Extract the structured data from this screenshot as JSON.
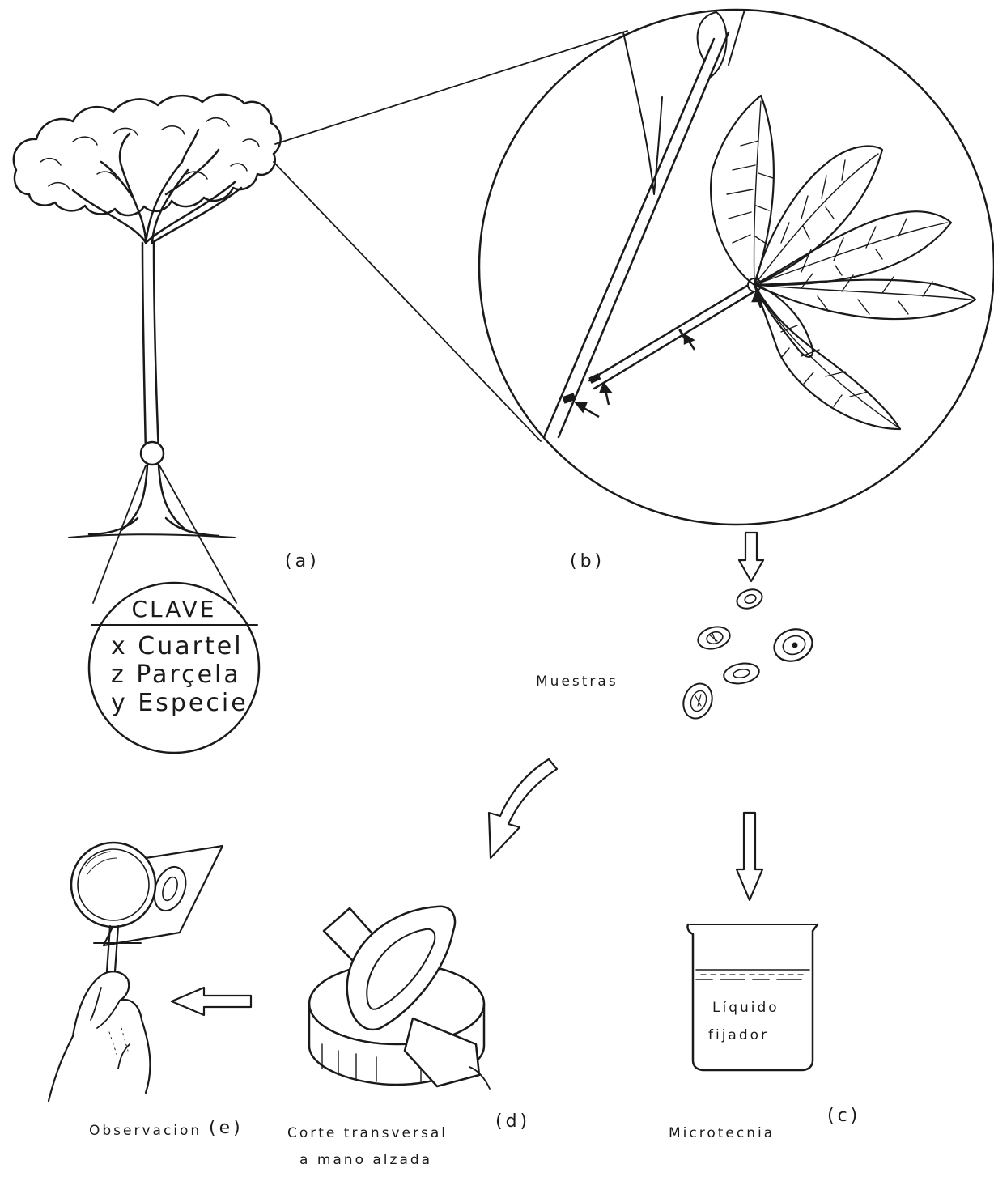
{
  "diagram": {
    "key_tag": {
      "title": "CLAVE",
      "lines": [
        "x Cuartel",
        "z Parçela",
        "y Especie"
      ]
    },
    "panels": {
      "a": "(a)",
      "b": "(b)",
      "c": "(c)",
      "d": "(d)",
      "e": "(e)"
    },
    "labels": {
      "samples": "Muestras",
      "beaker_line1": "Líquido",
      "beaker_line2": "fijador",
      "observation": "Observacion",
      "cut_line1": "Corte transversal",
      "cut_line2": "a mano alzada",
      "microtechnique": "Microtecnia"
    },
    "colors": {
      "ink": "#1a1a1a",
      "paper": "#ffffff"
    },
    "icons": [
      "tree-icon",
      "branch-leaf-icon",
      "arrow-down-icon",
      "curved-arrow-icon",
      "arrow-left-icon",
      "magnifier-icon",
      "wood-disc-icon",
      "beaker-icon",
      "sample-disc-icon"
    ]
  }
}
